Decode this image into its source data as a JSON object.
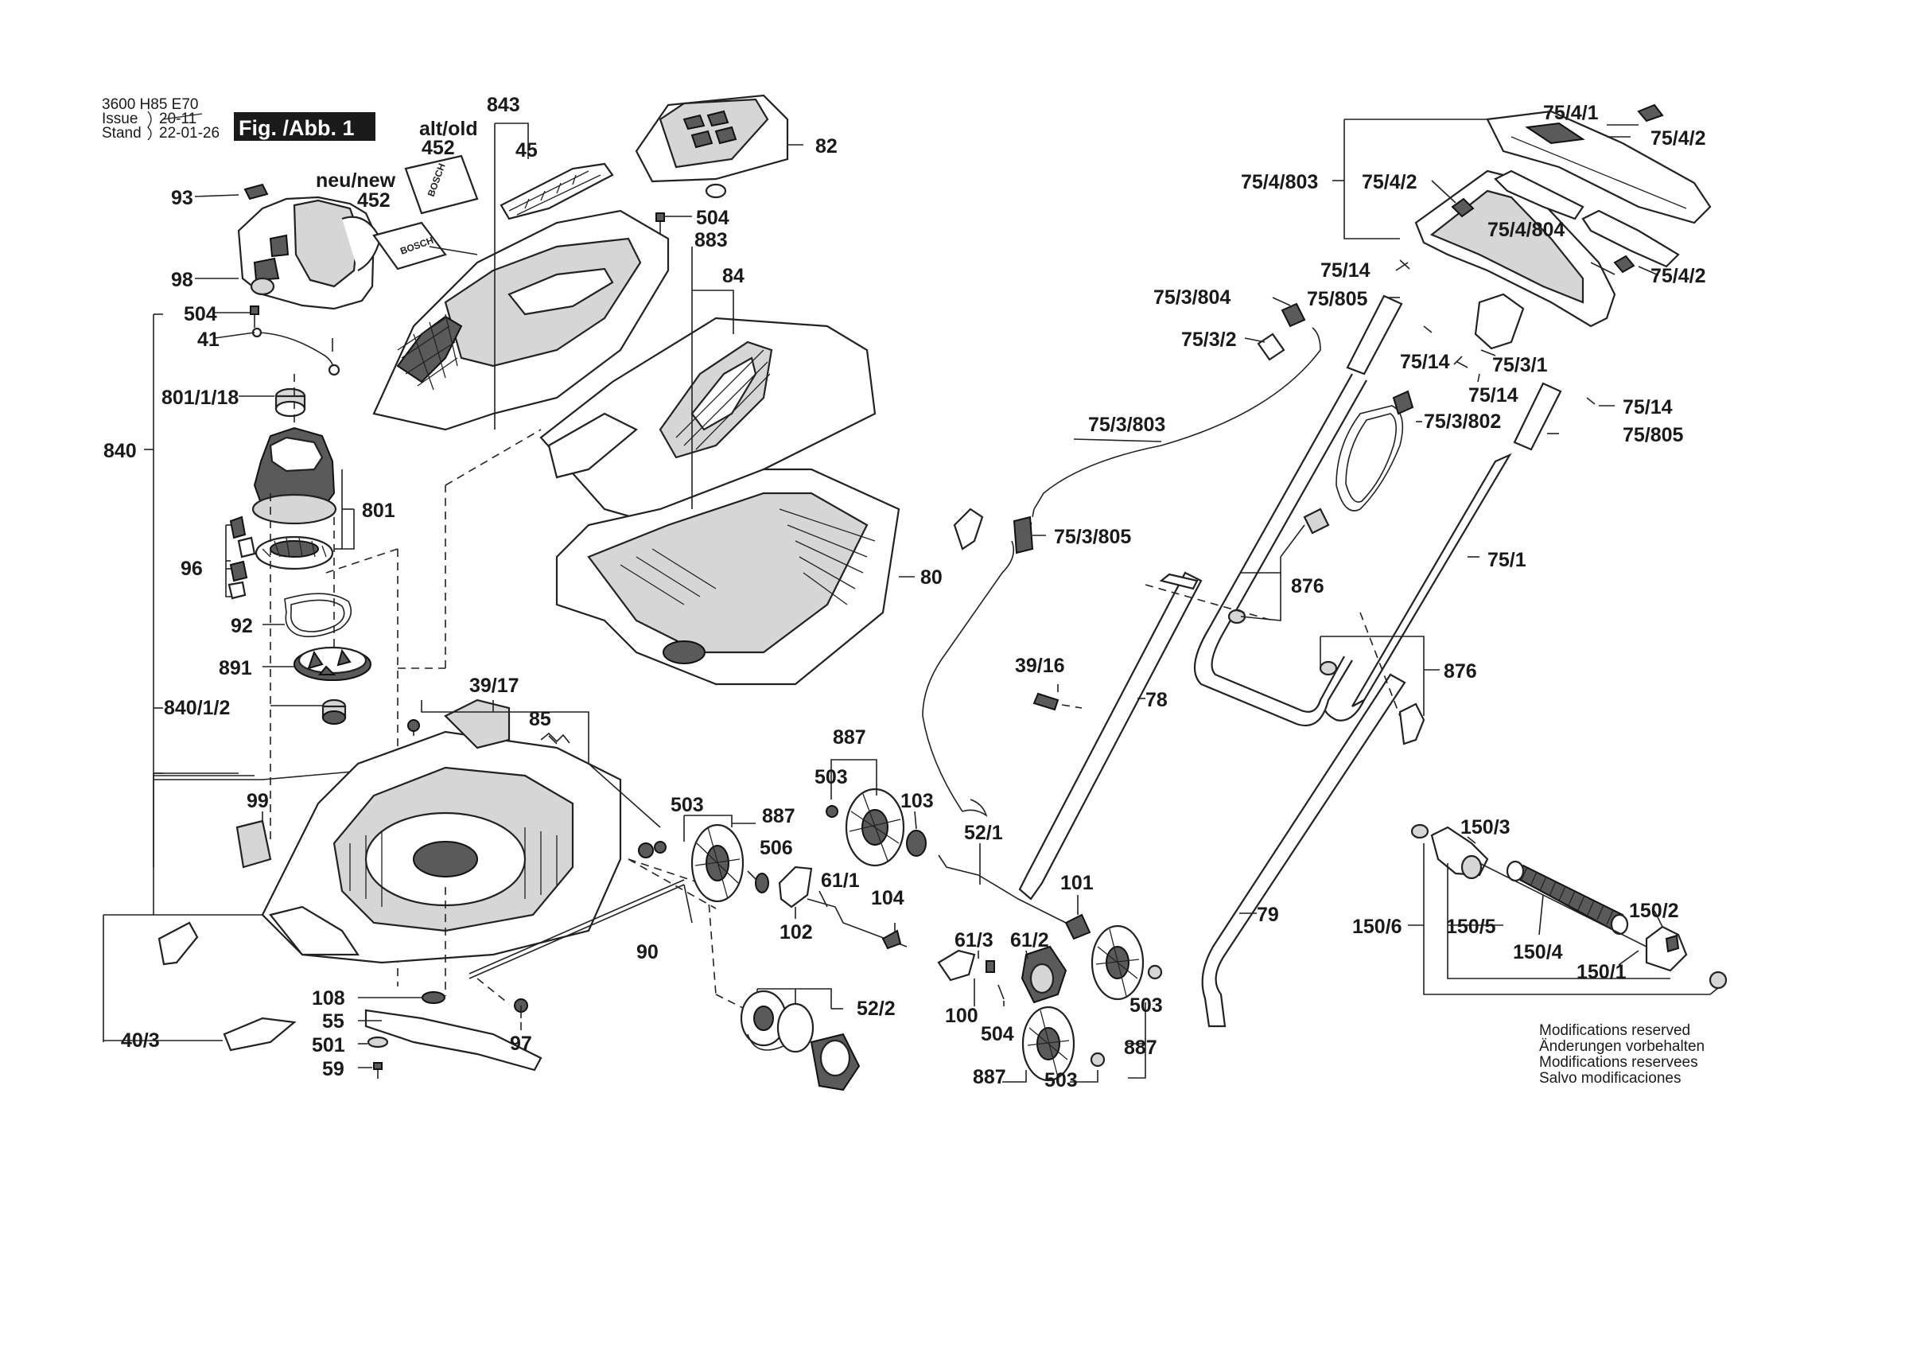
{
  "header": {
    "doc_number": "3600 H85 E70",
    "issue_label": "Issue",
    "issue_value": "20-11",
    "stand_label": "Stand",
    "stand_value": "22-01-26",
    "figure_label": "Fig. /Abb. 1"
  },
  "labels": {
    "alt_old": "alt/old",
    "neu_new": "neu/new",
    "p843": "843",
    "p452a": "452",
    "p452b": "452",
    "p45": "45",
    "p82": "82",
    "p93": "93",
    "p98": "98",
    "p504a": "504",
    "p41": "41",
    "p801_1_18": "801/1/18",
    "p840": "840",
    "p801": "801",
    "p96": "96",
    "p92": "92",
    "p891": "891",
    "p840_1_2": "840/1/2",
    "p504b": "504",
    "p883": "883",
    "p84": "84",
    "p80": "80",
    "p39_17": "39/17",
    "p85": "85",
    "p99": "99",
    "p40_3": "40/3",
    "p108": "108",
    "p55": "55",
    "p501": "501",
    "p59": "59",
    "p97": "97",
    "p90": "90",
    "p503a": "503",
    "p887a": "887",
    "p506": "506",
    "p887b": "887",
    "p503b": "503",
    "p103": "103",
    "p61_1": "61/1",
    "p102": "102",
    "p104": "104",
    "p52_2": "52/2",
    "p52_1": "52/1",
    "p61_3": "61/3",
    "p61_2": "61/2",
    "p100": "100",
    "p504c": "504",
    "p101": "101",
    "p503c": "503",
    "p887c": "887",
    "p887d": "887",
    "p503d": "503",
    "p39_16": "39/16",
    "p78": "78",
    "p75_3_805": "75/3/805",
    "p75_3_803": "75/3/803",
    "p75_3_804": "75/3/804",
    "p75_3_2": "75/3/2",
    "p75_3_802": "75/3/802",
    "p75_4_1": "75/4/1",
    "p75_4_2a": "75/4/2",
    "p75_4_803": "75/4/803",
    "p75_4_2b": "75/4/2",
    "p75_4_804": "75/4/804",
    "p75_4_2c": "75/4/2",
    "p75_14a": "75/14",
    "p75_805a": "75/805",
    "p75_14b": "75/14",
    "p75_3_1": "75/3/1",
    "p75_14c": "75/14",
    "p75_14d": "75/14",
    "p75_805b": "75/805",
    "p876a": "876",
    "p75_1": "75/1",
    "p876b": "876",
    "p79": "79",
    "p150_3": "150/3",
    "p150_2": "150/2",
    "p150_6": "150/6",
    "p150_5": "150/5",
    "p150_4": "150/4",
    "p150_1": "150/1"
  },
  "notes": [
    "Modifications reserved",
    "Änderungen vorbehalten",
    "Modifications reservees",
    "Salvo modificaciones"
  ],
  "logo_text": "BOSCH"
}
